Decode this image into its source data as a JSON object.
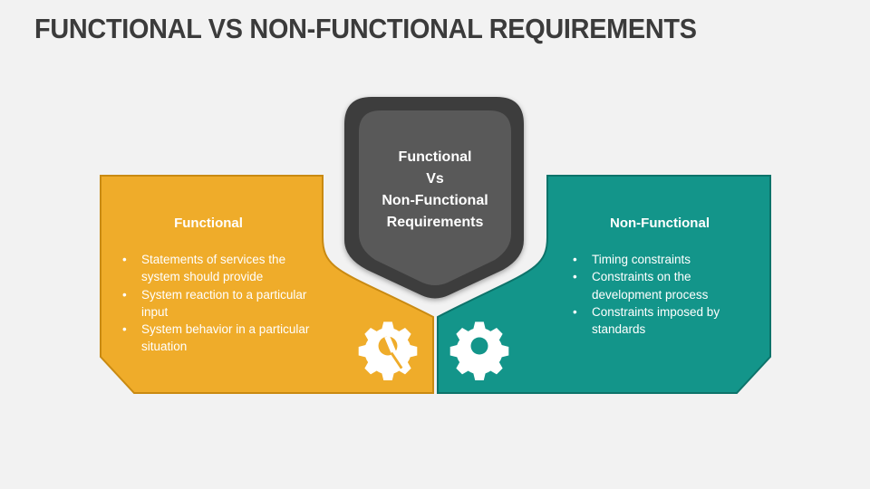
{
  "title": "FUNCTIONAL VS NON-FUNCTIONAL REQUIREMENTS",
  "center": {
    "lines": [
      "Functional",
      "Vs",
      "Non-Functional",
      "Requirements"
    ]
  },
  "functional": {
    "heading": "Functional",
    "items": [
      "Statements of services the system should provide",
      "System reaction to a particular input",
      "System behavior in a particular situation"
    ],
    "color": "#efac2a",
    "icon": "gear-wrench-icon"
  },
  "non_functional": {
    "heading": "Non-Functional",
    "items": [
      "Timing constraints",
      "Constraints on the development process",
      "Constraints imposed by standards"
    ],
    "color": "#13958a",
    "icon": "gear-icon"
  }
}
